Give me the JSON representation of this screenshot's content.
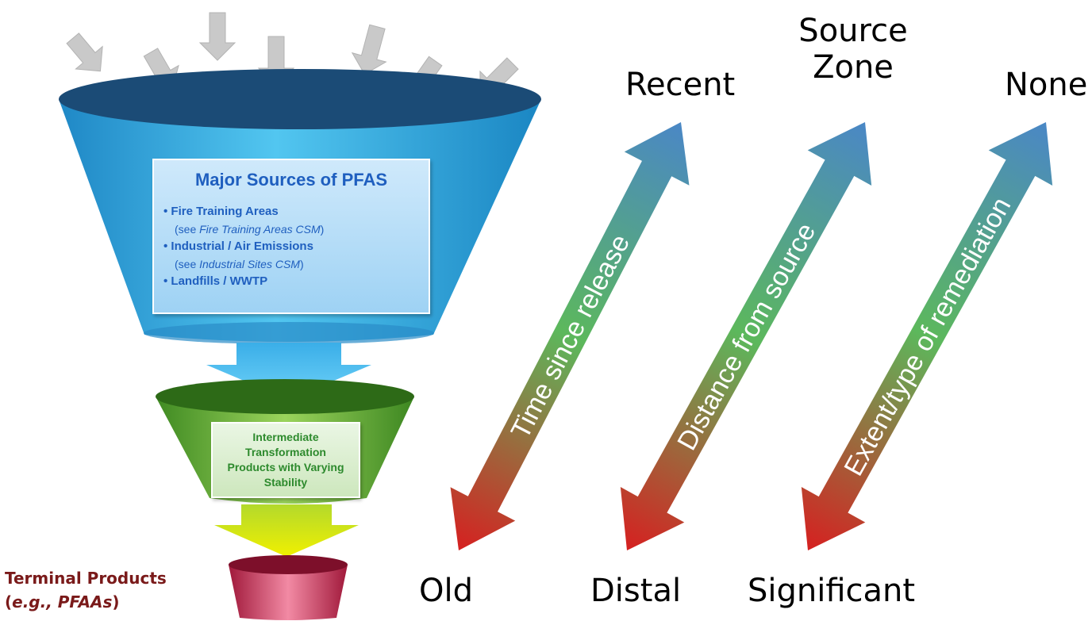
{
  "funnel": {
    "major_box": {
      "title": "Major Sources of PFAS",
      "items": [
        {
          "bullet": "Fire Training Areas",
          "sub_prefix": "(see ",
          "sub_italic": "Fire Training Areas CSM",
          "sub_suffix": ")"
        },
        {
          "bullet": "Industrial / Air Emissions",
          "sub_prefix": "(see ",
          "sub_italic": "Industrial Sites CSM",
          "sub_suffix": ")"
        },
        {
          "bullet": "Landfills / WWTP"
        }
      ]
    },
    "intermediate_box": {
      "text": "Intermediate Transformation Products with Varying Stability"
    },
    "terminal": {
      "line1": "Terminal Products",
      "line2_open": "(",
      "line2_italic": "e.g., PFAAs",
      "line2_close": ")"
    }
  },
  "gradient_arrows": [
    {
      "label": "Time since release",
      "top_label": "Recent",
      "bottom_label": "Old"
    },
    {
      "label": "Distance from source",
      "top_label_line1": "Source",
      "top_label_line2": "Zone",
      "bottom_label": "Distal"
    },
    {
      "label": "Extent/type of remediation",
      "top_label": "None",
      "bottom_label": "Significant"
    }
  ],
  "colors": {
    "funnel_top": "#1b4f7a",
    "funnel_blue": "#29a8e0",
    "funnel_green": "#5aa82e",
    "funnel_red": "#c8264a",
    "arrow_top": "#4a87c6",
    "arrow_middle": "#5cb85c",
    "arrow_bottom": "#d62020",
    "input_arrows": "#c8c8c8"
  }
}
